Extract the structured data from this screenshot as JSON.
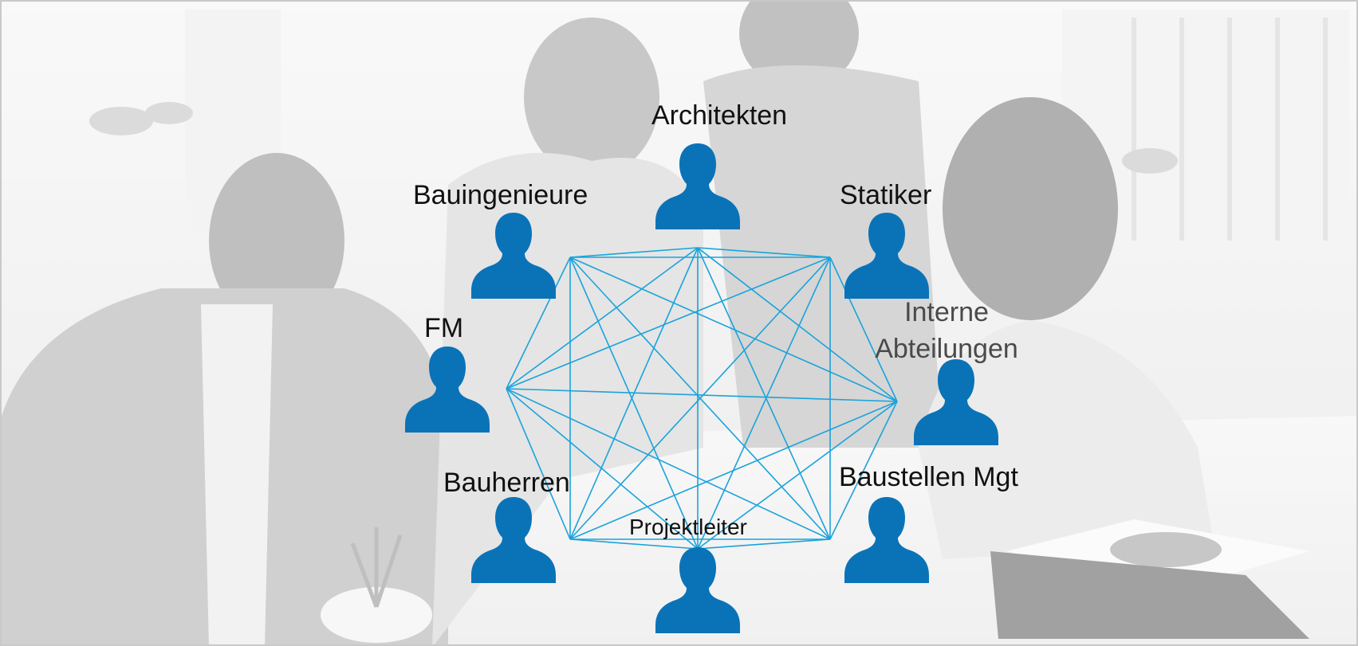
{
  "colors": {
    "accent": "#0a73b8",
    "line": "#1aa3dc",
    "label": "#111111",
    "label_muted": "#4a4a4a"
  },
  "nodes": [
    {
      "id": "architekten",
      "label": "Architekten",
      "icon": "person-silhouette-icon"
    },
    {
      "id": "bauingenieure",
      "label": "Bauingenieure",
      "icon": "person-silhouette-icon"
    },
    {
      "id": "statiker",
      "label": "Statiker",
      "icon": "person-silhouette-icon"
    },
    {
      "id": "fm",
      "label": "FM",
      "icon": "person-silhouette-icon"
    },
    {
      "id": "interne-abteilungen",
      "label_line1": "Interne",
      "label_line2": "Abteilungen",
      "icon": "person-silhouette-icon"
    },
    {
      "id": "bauherren",
      "label": "Bauherren",
      "icon": "person-silhouette-icon"
    },
    {
      "id": "baustellen-mgt",
      "label": "Baustellen Mgt",
      "icon": "person-silhouette-icon"
    },
    {
      "id": "projektleiter",
      "label": "Projektleiter",
      "icon": "person-silhouette-icon"
    }
  ],
  "network": "complete graph connecting all eight roles",
  "background": "greyscale office photo of four people collaborating at a table"
}
